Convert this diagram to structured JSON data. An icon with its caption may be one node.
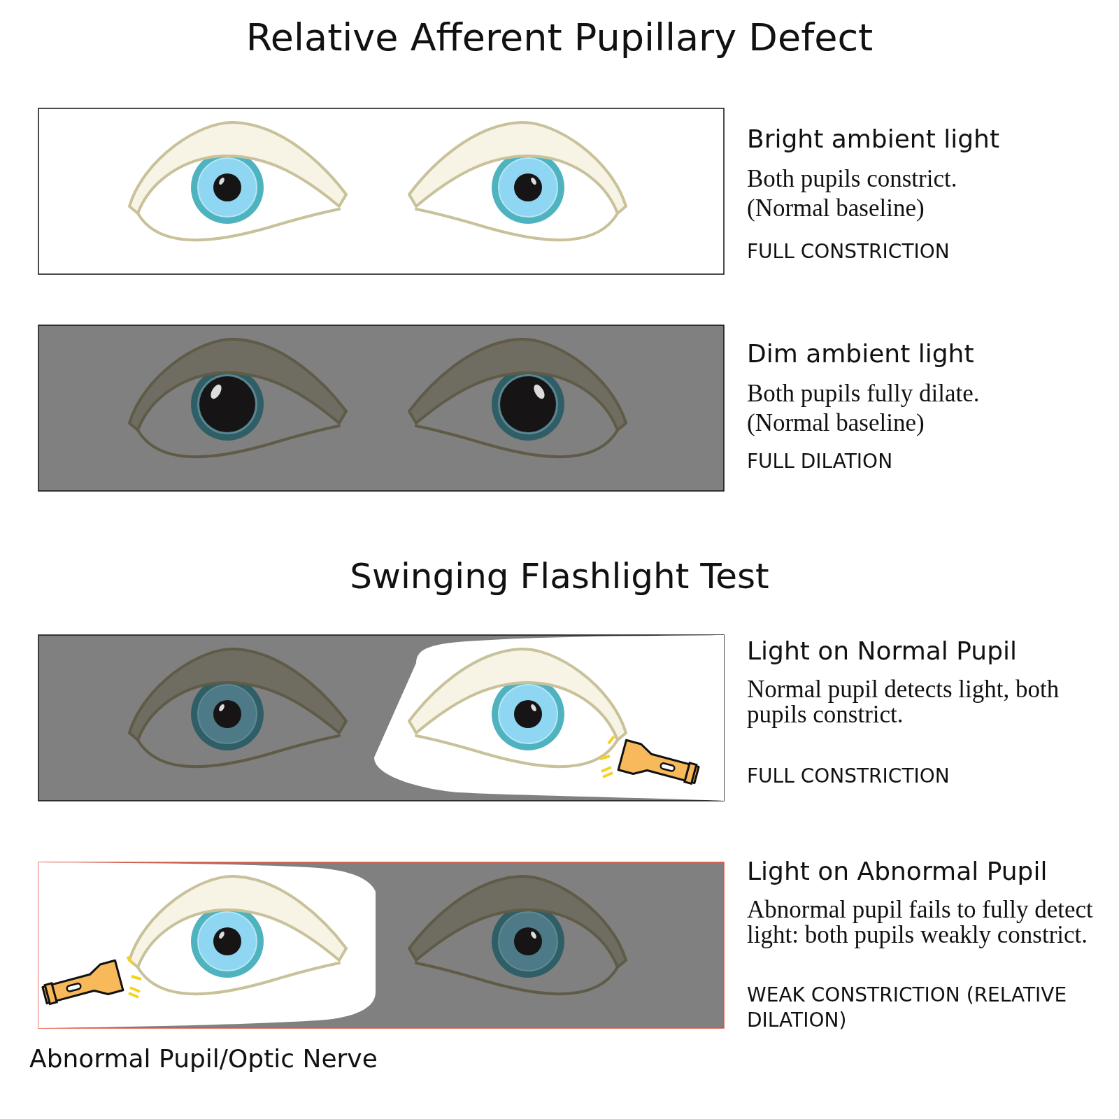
{
  "diagram": {
    "title": "Relative Afferent Pupillary Defect",
    "labels": [
      "Bright ambient light",
      "Both pupils constrict.",
      "(Normal baseline)",
      "FULL CONSTRICTION",
      "Dim ambient light",
      "Both pupils fully dilate.",
      "(Normal baseline)",
      "FULL DILATION",
      "Swinging Flashlight Test",
      "Light on Normal Pupil",
      "Normal pupil detects light, both pupils constrict.",
      "FULL CONSTRICTION",
      "Light on Abnormal Pupil",
      "Abnormal pupil fails to fully detect light: both pupils weakly constrict.",
      "WEAK CONSTRICTION (RELATIVE DILATION)",
      "Abnormal Pupil/Optic Nerve"
    ]
  }
}
